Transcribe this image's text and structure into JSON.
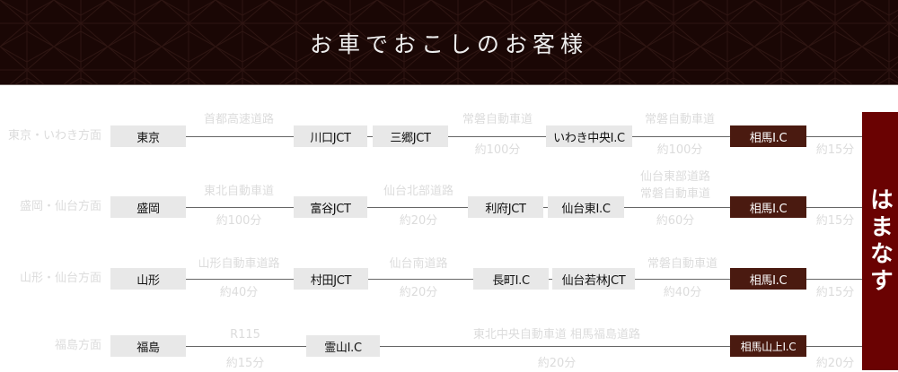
{
  "header": {
    "title": "お車でおこしのお客様"
  },
  "brand": "はまなす",
  "routes": [
    {
      "direction": "東京・いわき方面",
      "origin": "東京",
      "nodes": [
        "川口JCT",
        "三郷JCT",
        "いわき中央I.C"
      ],
      "destination": "相馬I.C",
      "segments": [
        {
          "road": "首都高速道路",
          "time": ""
        },
        {
          "road": "常磐自動車道",
          "time": "約100分"
        },
        {
          "road": "常磐自動車道",
          "time": "約100分"
        },
        {
          "road": "",
          "time": "約15分"
        }
      ]
    },
    {
      "direction": "盛岡・仙台方面",
      "origin": "盛岡",
      "nodes": [
        "富谷JCT",
        "利府JCT",
        "仙台東I.C"
      ],
      "destination": "相馬I.C",
      "segments": [
        {
          "road": "東北自動車道",
          "time": "約100分"
        },
        {
          "road": "仙台北部道路",
          "time": "約20分"
        },
        {
          "road": "仙台東部道路",
          "road2": "常磐自動車道",
          "time": "約60分"
        },
        {
          "road": "",
          "time": "約15分"
        }
      ]
    },
    {
      "direction": "山形・仙台方面",
      "origin": "山形",
      "nodes": [
        "村田JCT",
        "長町I.C",
        "仙台若林JCT"
      ],
      "destination": "相馬I.C",
      "segments": [
        {
          "road": "山形自動車道路",
          "time": "約40分"
        },
        {
          "road": "仙台南道路",
          "time": "約20分"
        },
        {
          "road": "常磐自動車道",
          "time": "約40分"
        },
        {
          "road": "",
          "time": "約15分"
        }
      ]
    },
    {
      "direction": "福島方面",
      "origin": "福島",
      "nodes": [
        "霊山I.C"
      ],
      "destination": "相馬山上I.C",
      "segments": [
        {
          "road": "R115",
          "time": "約15分"
        },
        {
          "road": "東北中央自動車道 相馬福島道路",
          "time": "約20分"
        },
        {
          "road": "",
          "time": "約20分"
        }
      ]
    }
  ]
}
